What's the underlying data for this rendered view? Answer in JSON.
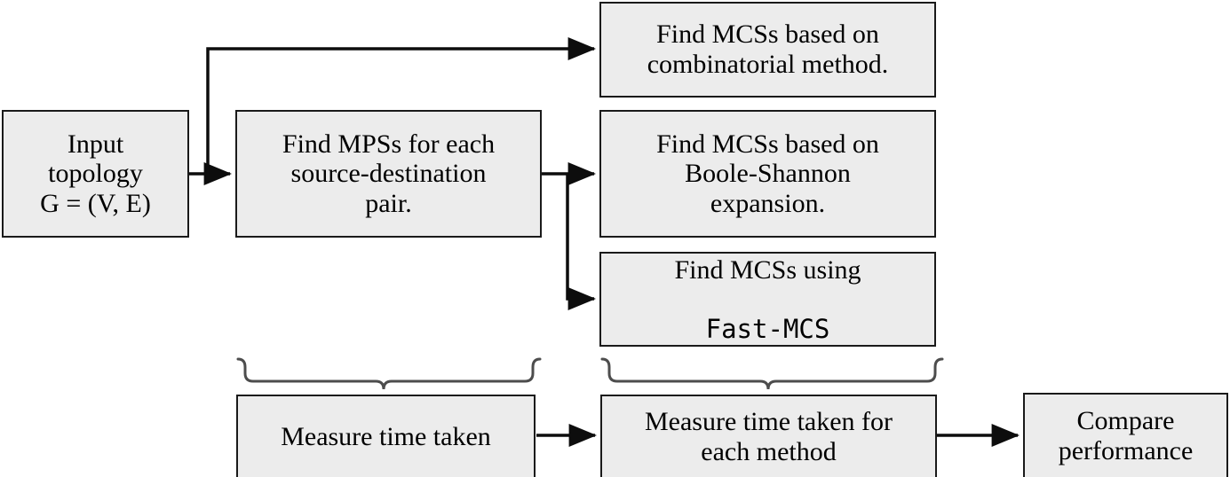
{
  "diagram": {
    "title": "Methodology flowchart for MCS computation and performance comparison",
    "fill_color": "#ececec",
    "border_color": "#1a1a1a",
    "line_color": "#0d0d0d",
    "brace_color": "#4d4d4d",
    "background_color": "#ffffff"
  },
  "nodes": {
    "input_topology": {
      "line1": "Input",
      "line2": "topology",
      "line3": "G = (V, E)",
      "text": "Input\ntopology\nG = (V, E)"
    },
    "find_mps": {
      "text": "Find MPSs for each\nsource-destination\npair."
    },
    "mcs_combinatorial": {
      "text": "Find MCSs based on\ncombinatorial method."
    },
    "mcs_boole_shannon": {
      "text": "Find MCSs based on\nBoole-Shannon\nexpansion."
    },
    "mcs_fast": {
      "line1": "Find MCSs using",
      "line2": "Fast-MCS"
    },
    "measure_time": {
      "text": "Measure time taken"
    },
    "measure_time_each_method": {
      "text": "Measure time taken for\neach method"
    },
    "compare_performance": {
      "text": "Compare\nperformance"
    }
  },
  "connectors": [
    {
      "name": "input-to-find-mps",
      "from": "input_topology",
      "to": "find_mps",
      "style": "straight-arrow"
    },
    {
      "name": "input-to-mcs-combinatorial",
      "from": "input_topology",
      "to": "mcs_combinatorial",
      "style": "elbow-up-arrow"
    },
    {
      "name": "find-mps-to-boole-shannon",
      "from": "find_mps",
      "to": "mcs_boole_shannon",
      "style": "straight-arrow"
    },
    {
      "name": "find-mps-to-fast-mcs",
      "from": "find_mps",
      "to": "mcs_fast",
      "style": "elbow-down-arrow"
    },
    {
      "name": "measure-time-to-each-method",
      "from": "measure_time",
      "to": "measure_time_each_method",
      "style": "straight-arrow"
    },
    {
      "name": "each-method-to-compare",
      "from": "measure_time_each_method",
      "to": "compare_performance",
      "style": "straight-arrow"
    }
  ],
  "braces": [
    {
      "name": "brace-over-measure-time",
      "spans": "find_mps",
      "direction": "down"
    },
    {
      "name": "brace-over-measure-time-each-method",
      "spans": "mcs_methods",
      "direction": "down"
    }
  ]
}
